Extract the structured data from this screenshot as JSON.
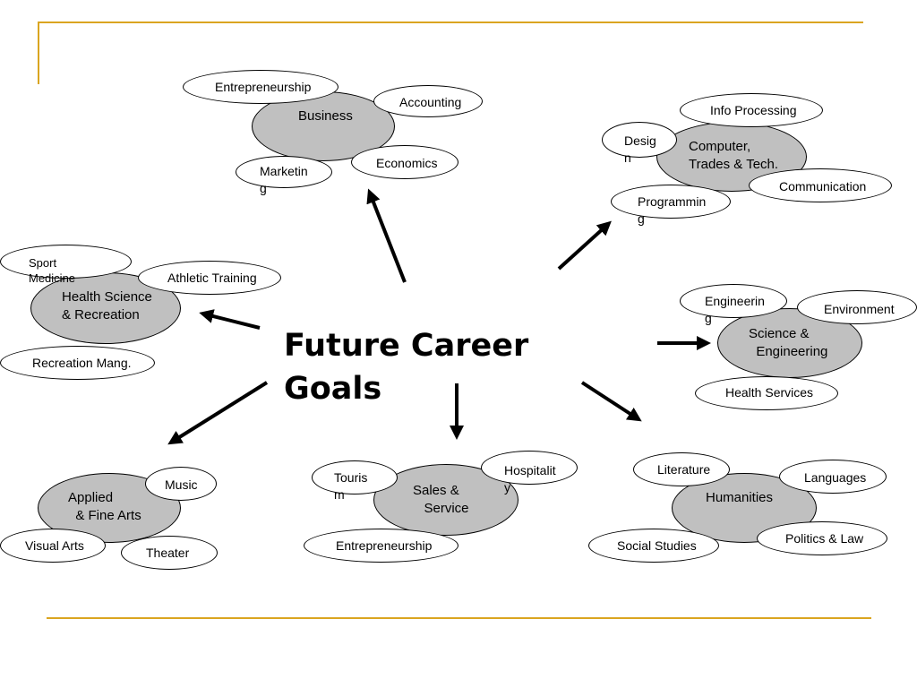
{
  "title": "Future Career\nGoals",
  "colors": {
    "frame": "#DAA520",
    "cluster_fill": "#C0C0C0",
    "bubble_fill": "#FFFFFF",
    "stroke": "#000000"
  },
  "clusters": {
    "business": {
      "main": "Business",
      "items": [
        "Entrepreneurship",
        "Accounting",
        "Economics",
        "Marketin\ng"
      ]
    },
    "computer": {
      "main": "Computer,\nTrades & Tech.",
      "items": [
        "Info Processing",
        "Desig\nn",
        "Communication",
        "Programmin\ng"
      ]
    },
    "health": {
      "main": "Health Science\n& Recreation",
      "items": [
        "Sport\nMedicine",
        "Athletic Training",
        "Recreation Mang."
      ]
    },
    "science": {
      "main": "Science &\n  Engineering",
      "items": [
        "Engineerin\ng",
        "Environment",
        "Health Services"
      ]
    },
    "arts": {
      "main": "Applied\n  & Fine Arts",
      "items": [
        "Music",
        "Visual Arts",
        "Theater"
      ]
    },
    "sales": {
      "main": "Sales &\n   Service",
      "items": [
        "Touris\nm",
        "Hospitalit\ny",
        "Entrepreneurship"
      ]
    },
    "humanities": {
      "main": "Humanities",
      "items": [
        "Literature",
        "Languages",
        "Social Studies",
        "Politics & Law"
      ]
    }
  }
}
